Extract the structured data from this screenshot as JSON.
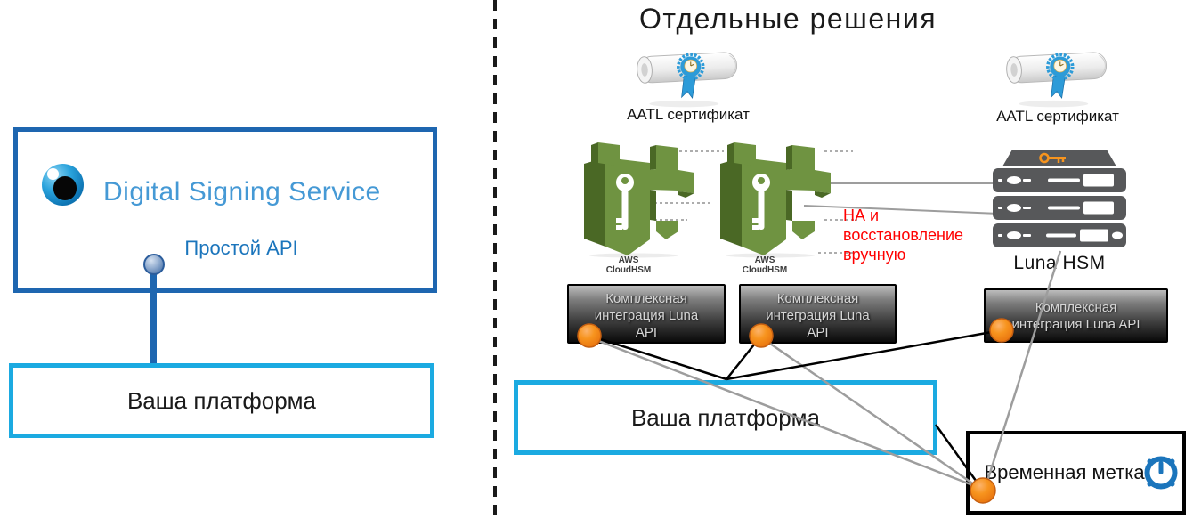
{
  "left_panel": {
    "service_box": {
      "title": "Digital Signing Service",
      "subtitle": "Простой API"
    },
    "platform_box": {
      "label": "Ваша платформа"
    }
  },
  "right_panel": {
    "title": "Отдельные решения",
    "certificates": [
      {
        "label": "AATL сертификат"
      },
      {
        "label": "AATL сертификат"
      }
    ],
    "cloudhsm_nodes": [
      {
        "line1": "AWS",
        "line2": "CloudHSM"
      },
      {
        "line1": "AWS",
        "line2": "CloudHSM"
      }
    ],
    "luna_hsm": {
      "label": "Luna HSM"
    },
    "warning": {
      "lines": [
        "НА и",
        "восстановление",
        "вручную"
      ]
    },
    "integration_boxes": [
      {
        "lines": [
          "Комплексная",
          "интеграция Luna",
          "API"
        ]
      },
      {
        "lines": [
          "Комплексная",
          "интеграция Luna",
          "API"
        ]
      },
      {
        "lines": [
          "Комплексная",
          "интеграция Luna API"
        ]
      }
    ],
    "platform_box": {
      "label": "Ваша платформа"
    },
    "timestamp_box": {
      "label": "Временная метка"
    }
  },
  "colors": {
    "dss_border": "#1E66B0",
    "platform_border": "#1BAAE1",
    "service_title": "#4599D5",
    "api_text": "#1B75BC",
    "warning_text": "#FF0000",
    "cloudhsm_green": "#6F9341",
    "cloudhsm_green_dark": "#4A6825",
    "luna_gray": "#57585A",
    "orange_connector": "#F7941E",
    "line_gray": "#9D9D9D",
    "line_black": "#000000"
  }
}
